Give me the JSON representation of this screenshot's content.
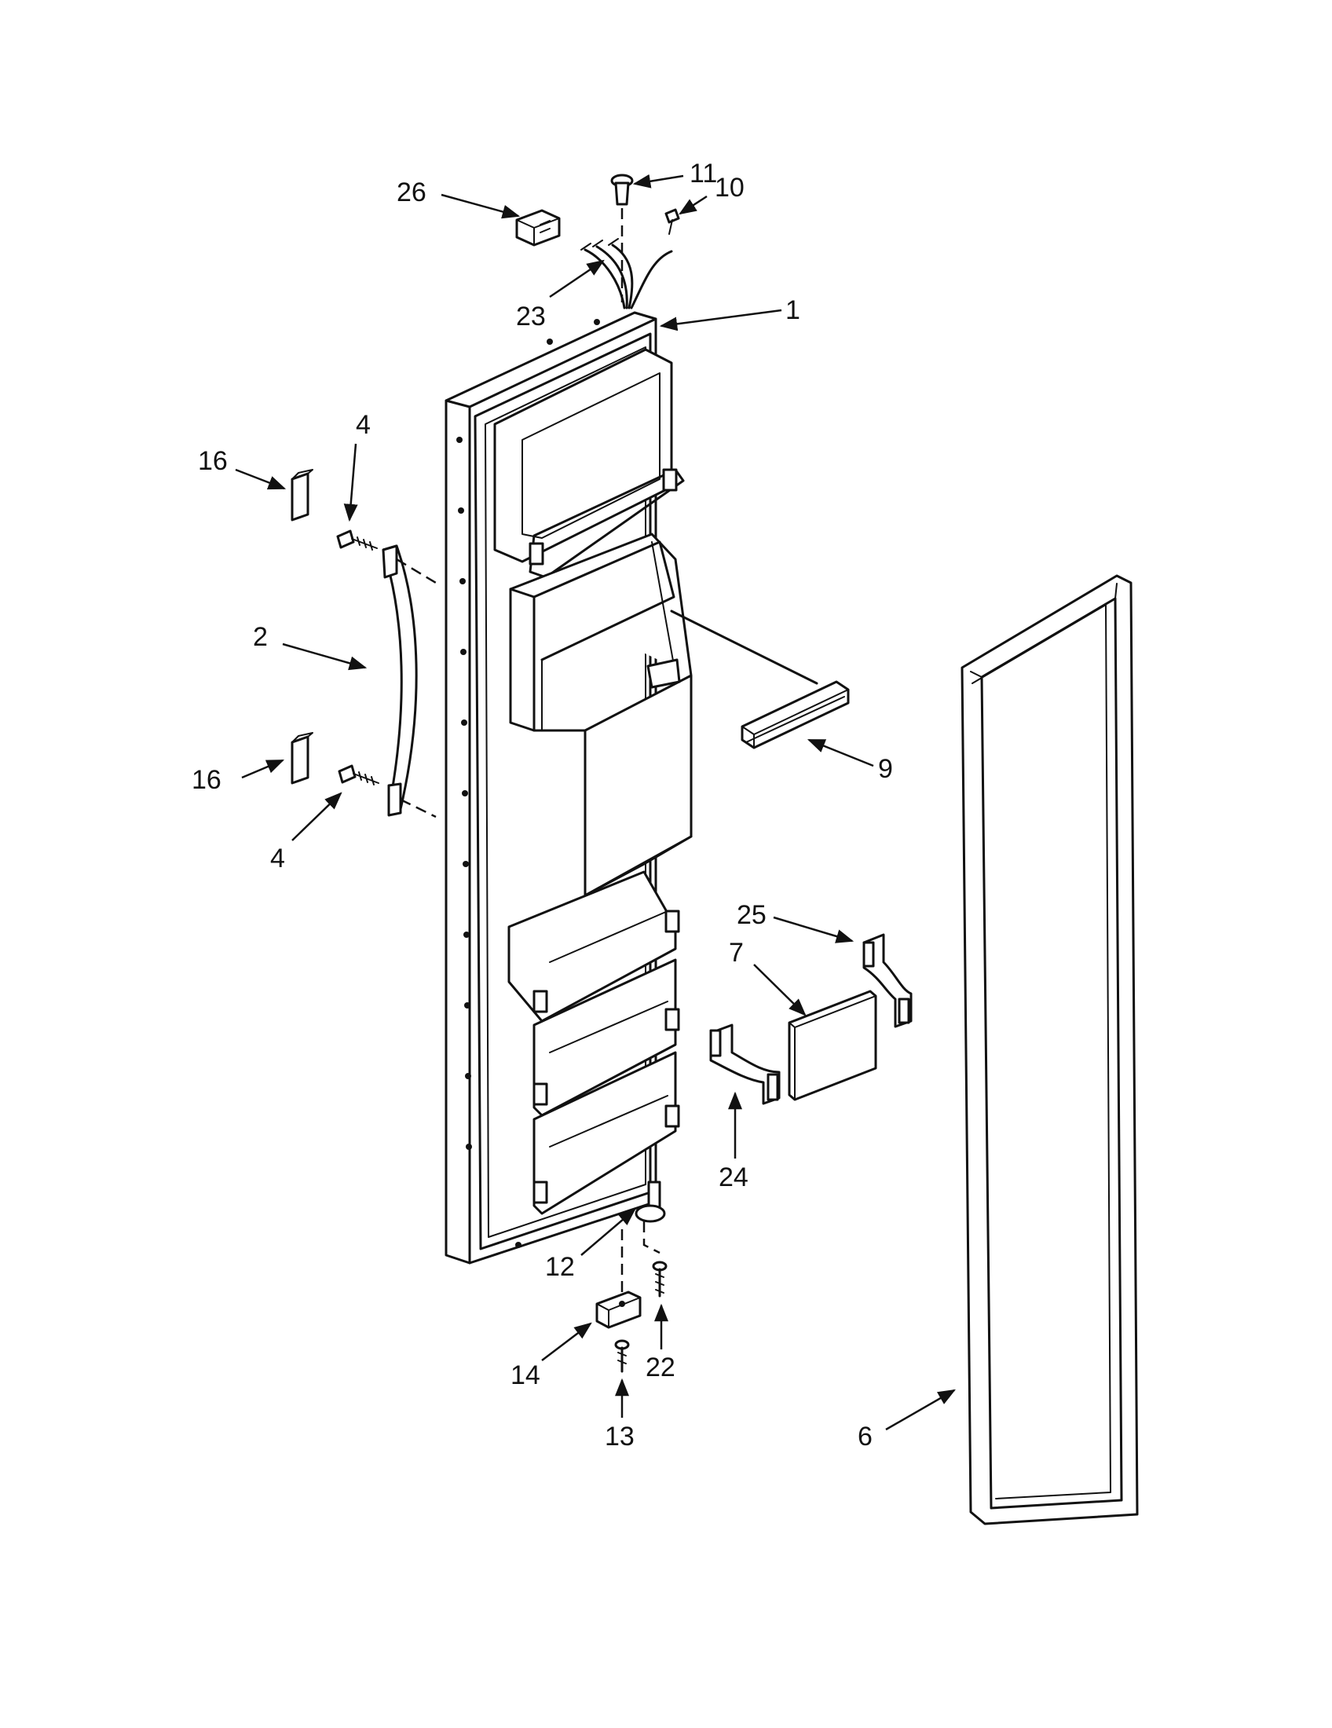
{
  "diagram": {
    "callouts": [
      {
        "id": "p26",
        "label": "26"
      },
      {
        "id": "p11",
        "label": "11"
      },
      {
        "id": "p10",
        "label": "10"
      },
      {
        "id": "p23",
        "label": "23"
      },
      {
        "id": "p1",
        "label": "1"
      },
      {
        "id": "p4a",
        "label": "4"
      },
      {
        "id": "p16a",
        "label": "16"
      },
      {
        "id": "p2",
        "label": "2"
      },
      {
        "id": "p16b",
        "label": "16"
      },
      {
        "id": "p4b",
        "label": "4"
      },
      {
        "id": "p9",
        "label": "9"
      },
      {
        "id": "p25",
        "label": "25"
      },
      {
        "id": "p7",
        "label": "7"
      },
      {
        "id": "p24",
        "label": "24"
      },
      {
        "id": "p12",
        "label": "12"
      },
      {
        "id": "p22",
        "label": "22"
      },
      {
        "id": "p14",
        "label": "14"
      },
      {
        "id": "p13",
        "label": "13"
      },
      {
        "id": "p6",
        "label": "6"
      }
    ]
  }
}
